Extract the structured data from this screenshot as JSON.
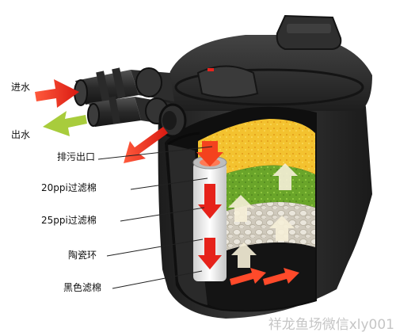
{
  "labels": {
    "inlet": "进水",
    "outlet": "出水",
    "drain": "排污出口",
    "foam_20ppi": "20ppi过滤棉",
    "foam_25ppi": "25ppi过滤棉",
    "ceramic_rings": "陶瓷环",
    "black_foam": "黑色滤棉"
  },
  "watermark": "祥龙鱼场微信xly001",
  "colors": {
    "housing": "#2b2b2b",
    "inlet_arrow": "#e8231d",
    "outlet_arrow": "#a8cc3c",
    "foam_20ppi": "#f2c12e",
    "foam_25ppi": "#6fa82b",
    "ceramic": "#d8d3c8",
    "black_foam": "#161616"
  }
}
